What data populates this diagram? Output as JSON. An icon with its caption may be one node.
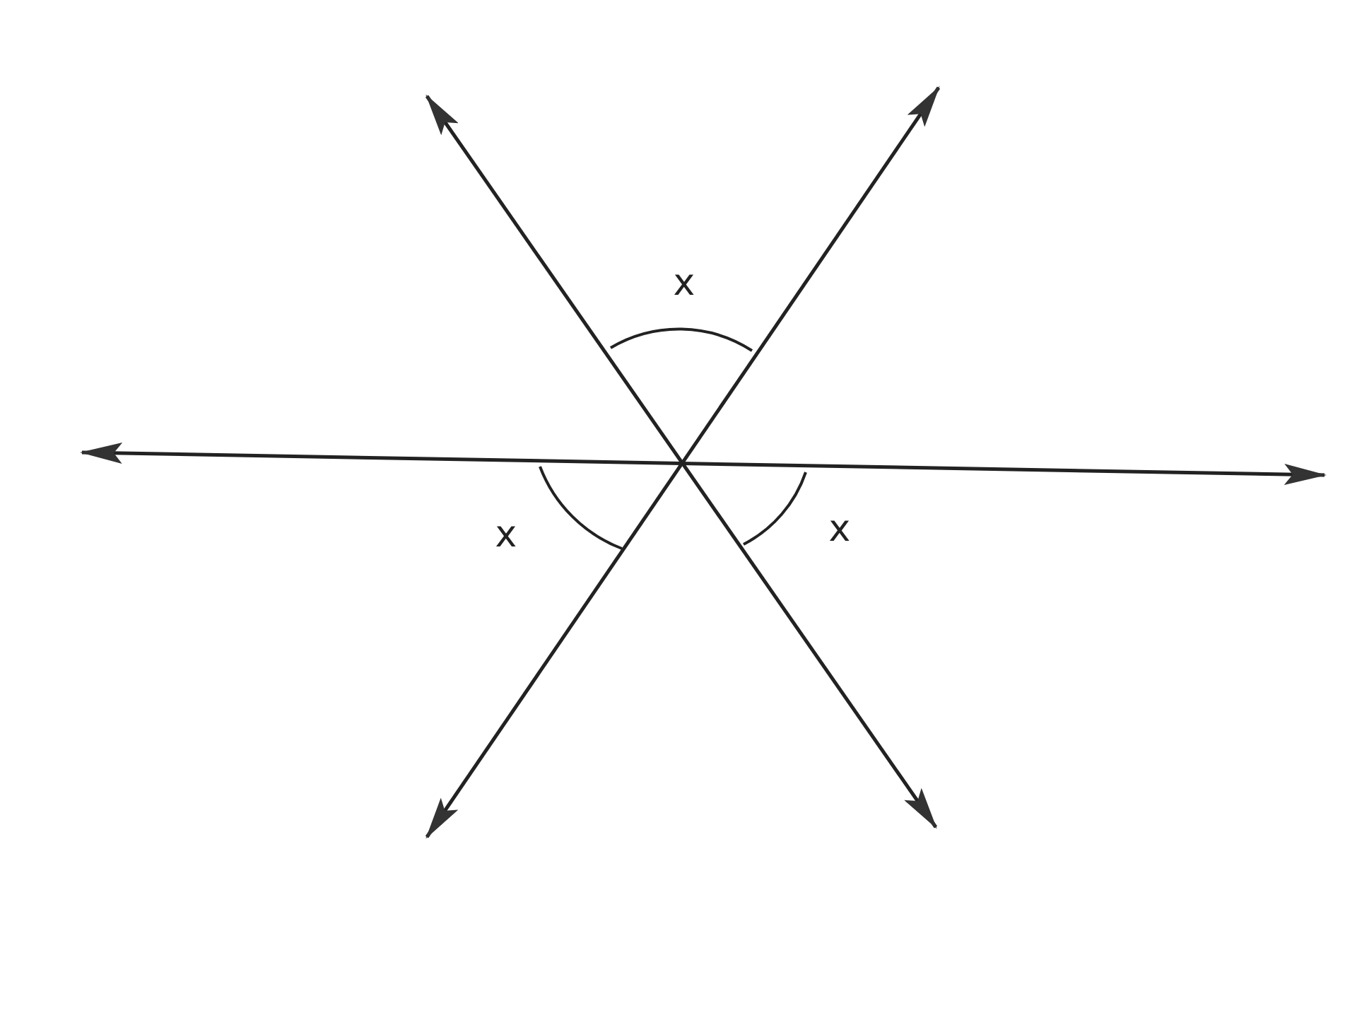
{
  "diagram": {
    "labels": [
      "x",
      "x",
      "x"
    ]
  }
}
